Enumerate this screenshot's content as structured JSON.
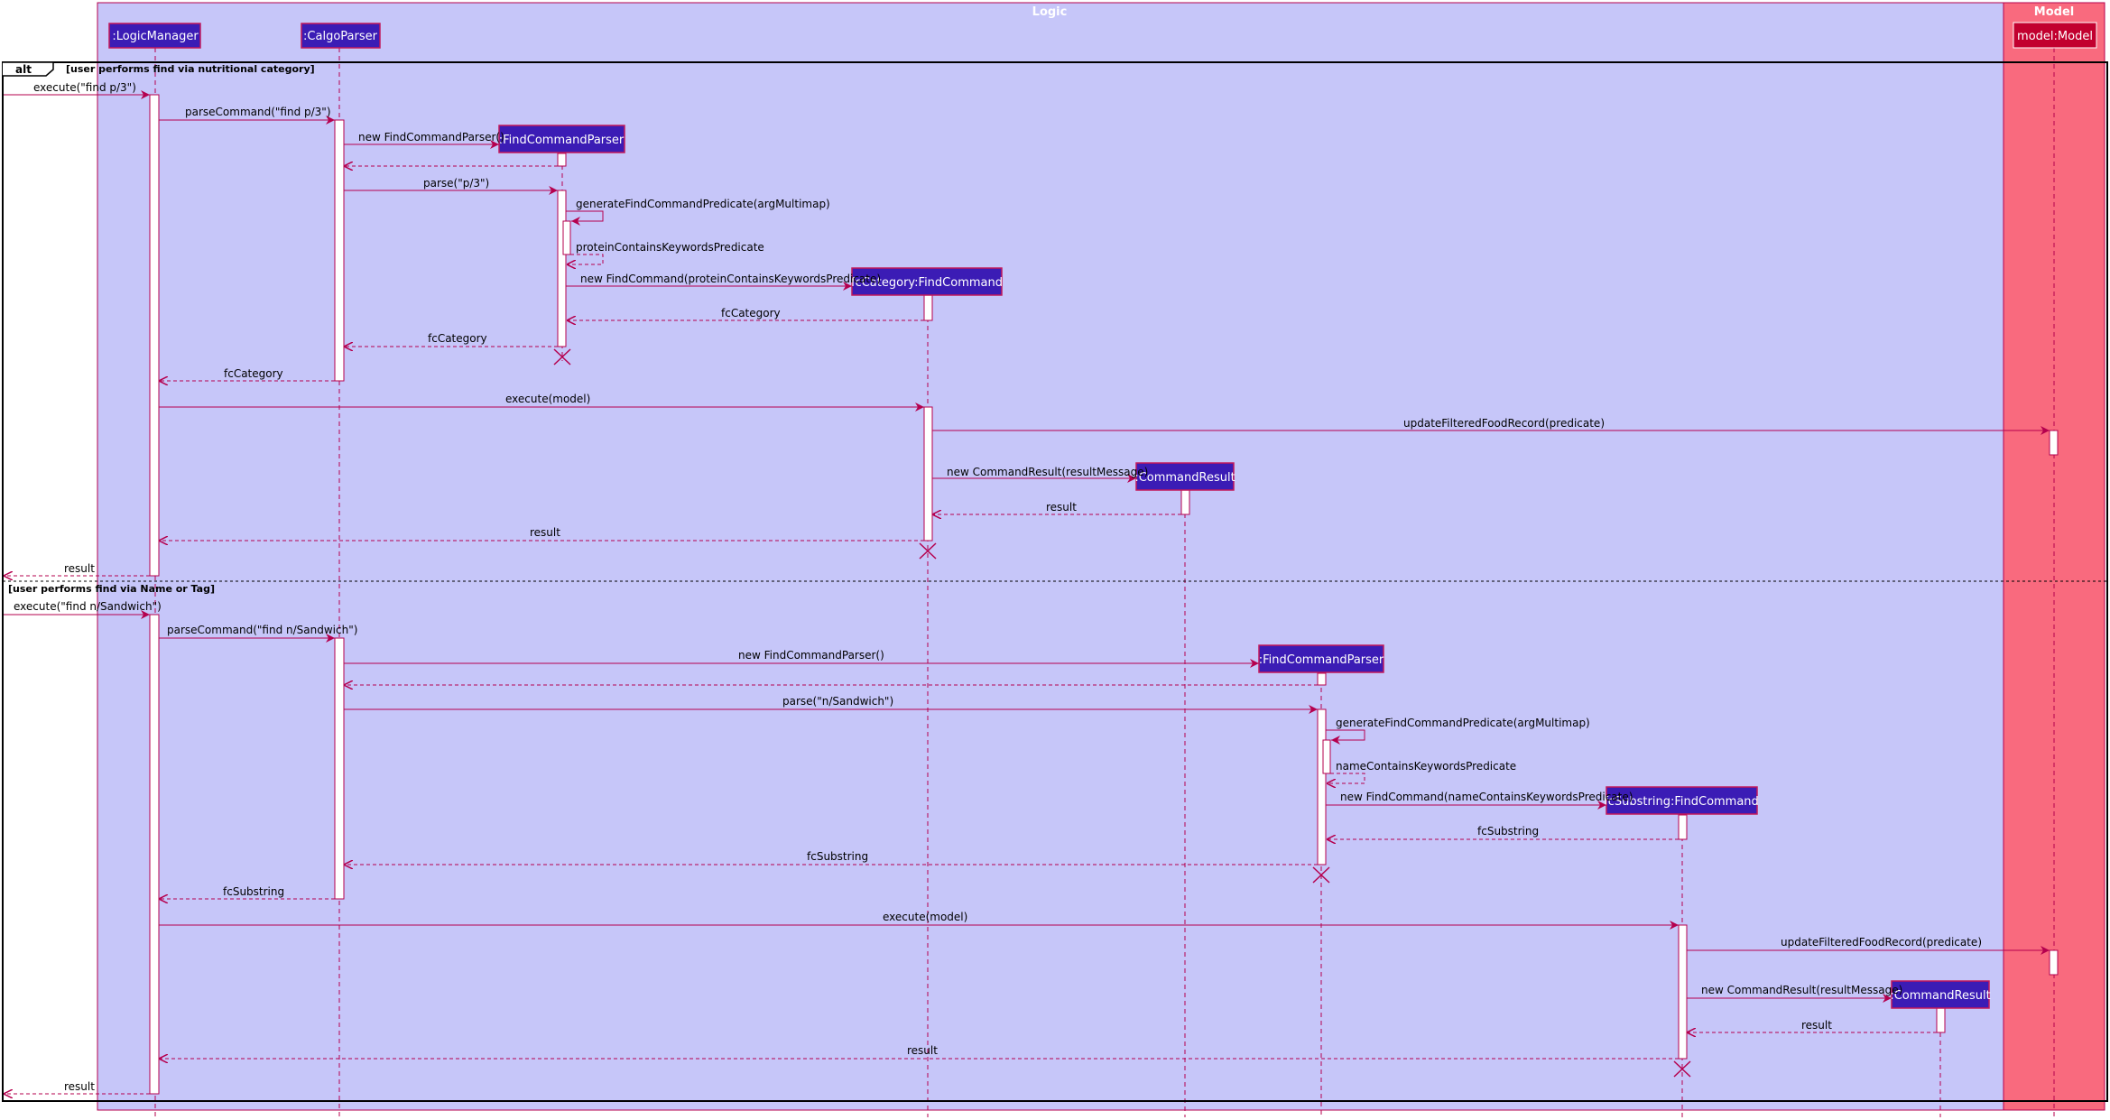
{
  "colors": {
    "logic_bg": "#c6c6f9",
    "model_bg": "#f96a7e",
    "box_fill": "#3b1cb5",
    "box_border": "#c2185b",
    "model_box_fill": "#c2002f",
    "line": "#b5004e",
    "activation_fill": "#ffffff",
    "frame": "#000000"
  },
  "boxes": {
    "logic": {
      "title": "Logic"
    },
    "model": {
      "title": "Model"
    }
  },
  "participants": {
    "logic_manager": ":LogicManager",
    "calgo_parser": ":CalgoParser",
    "model": "model:Model"
  },
  "created": {
    "fcp1": ":FindCommandParser",
    "fc1": "fcCategory:FindCommand",
    "cr1": ":CommandResult",
    "fcp2": ":FindCommandParser",
    "fc2": "fcSubstring:FindCommand",
    "cr2": ":CommandResult"
  },
  "fragment": {
    "keyword": "alt",
    "guard1": "[user performs find via nutritional category]",
    "guard2": "[user performs find via Name or Tag]"
  },
  "messages": {
    "m1": "execute(\"find p/3\")",
    "m2": "parseCommand(\"find p/3\")",
    "m3": "new FindCommandParser()",
    "m4": "parse(\"p/3\")",
    "m5": "generateFindCommandPredicate(argMultimap)",
    "m6": "proteinContainsKeywordsPredicate",
    "m7": "new FindCommand(proteinContainsKeywordsPredicate)",
    "m8": "fcCategory",
    "m9": "fcCategory",
    "m10": "fcCategory",
    "m11": "execute(model)",
    "m12": "updateFilteredFoodRecord(predicate)",
    "m13": "new CommandResult(resultMessage)",
    "m14": "result",
    "m15": "result",
    "m16": "result",
    "n1": "execute(\"find n/Sandwich\")",
    "n2": "parseCommand(\"find n/Sandwich\")",
    "n3": "new FindCommandParser()",
    "n4": "parse(\"n/Sandwich\")",
    "n5": "generateFindCommandPredicate(argMultimap)",
    "n6": "nameContainsKeywordsPredicate",
    "n7": "new FindCommand(nameContainsKeywordsPredicate)",
    "n8": "fcSubstring",
    "n9": "fcSubstring",
    "n10": "fcSubstring",
    "n11": "execute(model)",
    "n12": "updateFilteredFoodRecord(predicate)",
    "n13": "new CommandResult(resultMessage)",
    "n14": "result",
    "n15": "result",
    "n16": "result"
  }
}
